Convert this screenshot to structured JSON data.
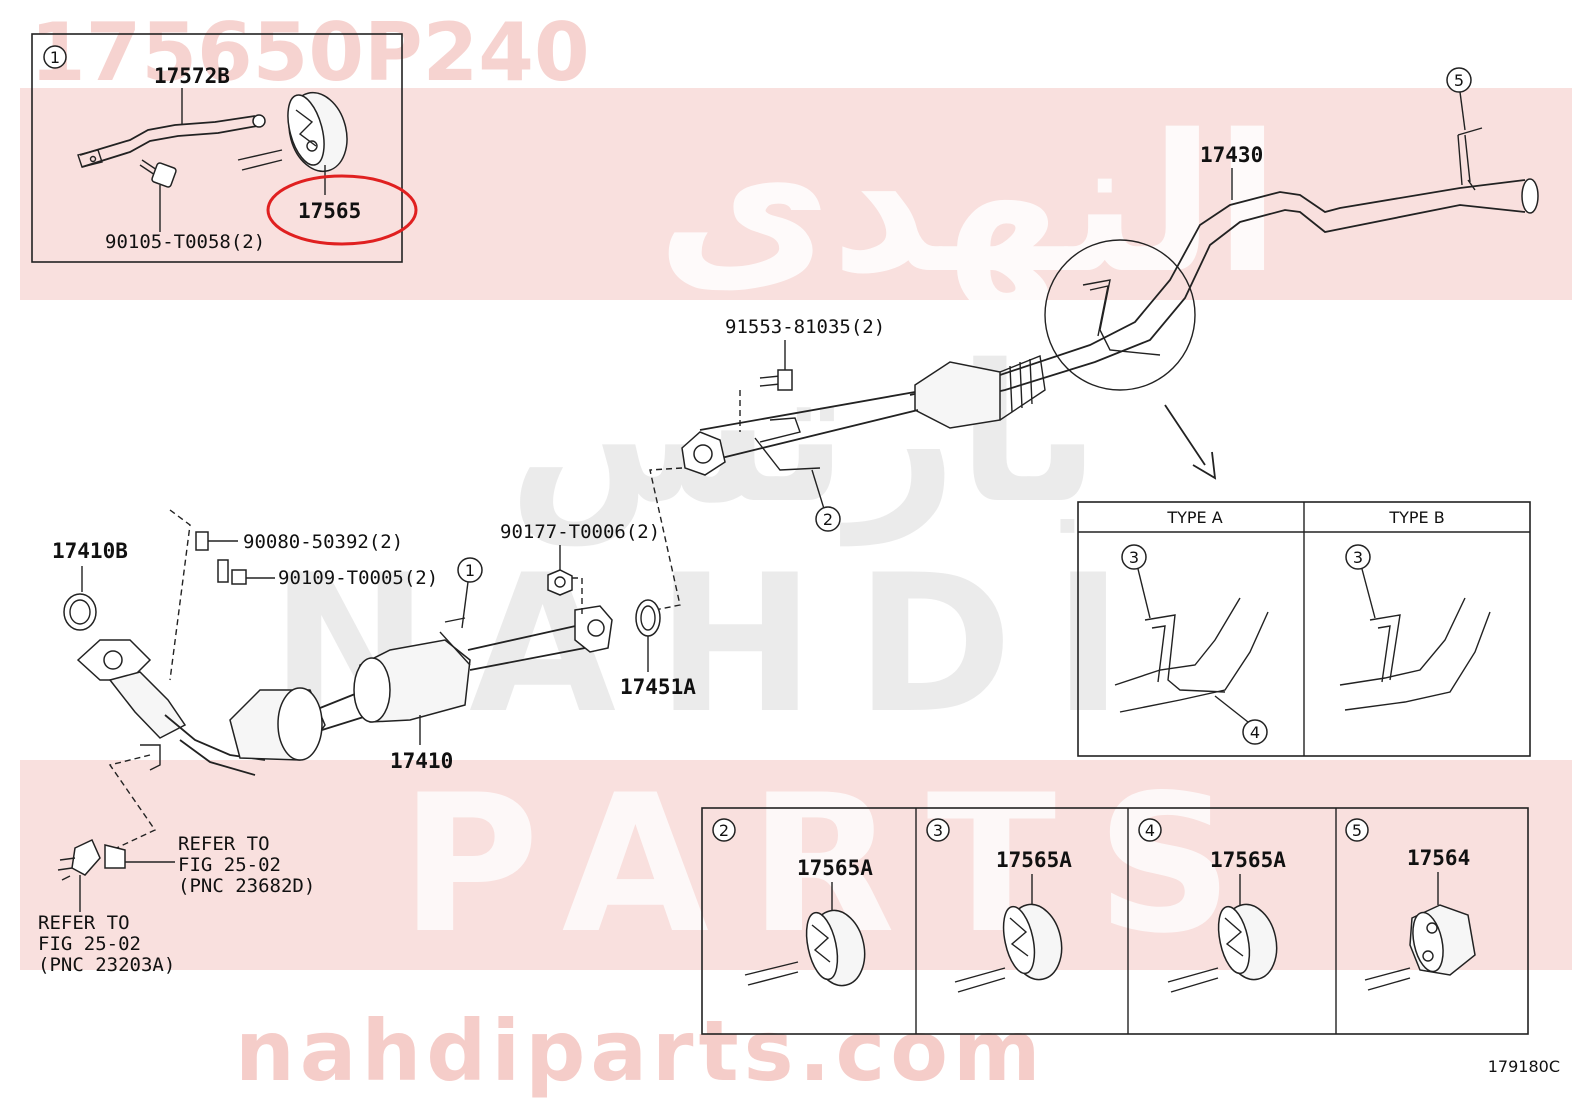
{
  "watermark": {
    "part_number": "175650P240",
    "arabic": "النهدي",
    "arabic2": "بارتس",
    "latin1": "NAHDI",
    "latin2": "PARTS",
    "site": "nahdiparts.com"
  },
  "colors": {
    "watermark_red": "#e8837a",
    "watermark_gray": "#e6e6e6",
    "highlight": "#e02020",
    "line": "#222222"
  },
  "inset": {
    "circle_no": "1",
    "labels": {
      "bracket": "17572B",
      "bolt": "90105-T0058(2)",
      "mount": "17565"
    }
  },
  "main_labels": {
    "tail_pipe": "17430",
    "center_bolt": "91553-81035(2)",
    "stud": "90080-50392(2)",
    "bolt": "90109-T0005(2)",
    "nut": "90177-T0006(2)",
    "gasket_front": "17410B",
    "gasket_mid": "17451A",
    "front_pipe": "17410",
    "refer1": [
      "REFER TO",
      "FIG 25-02",
      "(PNC 23682D)"
    ],
    "refer2": [
      "REFER TO",
      "FIG 25-02",
      "(PNC 23203A)"
    ]
  },
  "circle_refs": {
    "c1": "1",
    "c2": "2",
    "c5": "5"
  },
  "types": {
    "a": {
      "title": "TYPE A",
      "c3": "3",
      "c4": "4"
    },
    "b": {
      "title": "TYPE B",
      "c3": "3"
    }
  },
  "legend": [
    {
      "no": "2",
      "part": "17565A"
    },
    {
      "no": "3",
      "part": "17565A"
    },
    {
      "no": "4",
      "part": "17565A"
    },
    {
      "no": "5",
      "part": "17564"
    }
  ],
  "figure_code": "179180C"
}
